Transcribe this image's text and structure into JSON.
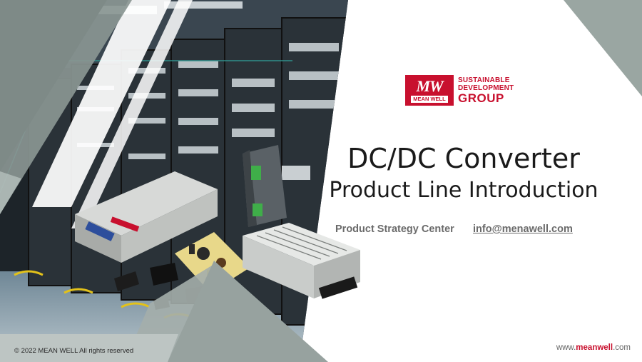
{
  "logo": {
    "mark": "MW",
    "brand": "MEAN WELL",
    "line1": "SUSTAINABLE",
    "line2": "DEVELOPMENT",
    "line3": "GROUP"
  },
  "title": {
    "line1": "DC/DC Converter",
    "line2": "Product Line Introduction"
  },
  "presenter": {
    "department": "Product Strategy Center",
    "email": "info@menawell.com"
  },
  "footer": {
    "copyright": "© 2022 MEAN WELL All rights reserved",
    "website_prefix": "www.",
    "website_brand": "meanwell",
    "website_suffix": ".com"
  },
  "colors": {
    "brand_red": "#c8102e",
    "slate_gray": "#9aa6a2",
    "dark_gray": "#7e8a87"
  }
}
